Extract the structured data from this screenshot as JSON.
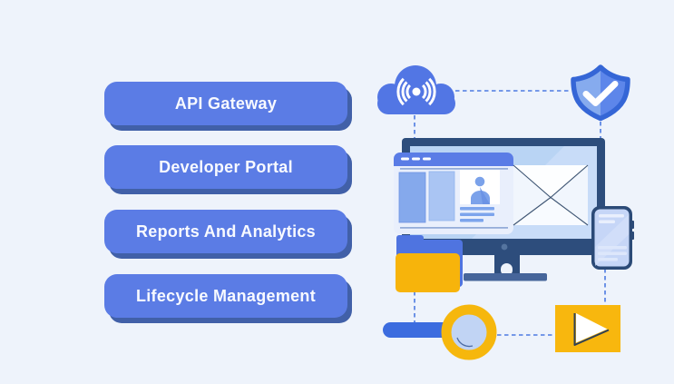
{
  "features": {
    "items": [
      {
        "label": "API Gateway"
      },
      {
        "label": "Developer Portal"
      },
      {
        "label": "Reports And Analytics"
      },
      {
        "label": "Lifecycle Management"
      }
    ]
  },
  "illustration": {
    "icons": [
      {
        "name": "broadcast-cloud-icon"
      },
      {
        "name": "shield-check-icon"
      },
      {
        "name": "monitor-icon"
      },
      {
        "name": "browser-window-icon"
      },
      {
        "name": "email-envelope-icon"
      },
      {
        "name": "folder-icon"
      },
      {
        "name": "smartphone-icon"
      },
      {
        "name": "magnifier-icon"
      },
      {
        "name": "video-player-icon"
      }
    ],
    "connections": [
      "cloud-to-shield",
      "cloud-to-monitor",
      "shield-to-monitor",
      "phone-to-video-player",
      "folder-to-magnifier",
      "magnifier-to-video-player"
    ]
  },
  "colors": {
    "background": "#eef3fb",
    "pill_fill": "#5b7ce5",
    "pill_shadow": "#4160a8",
    "pill_text": "#f8faff",
    "primary_blue": "#5276e4",
    "dark_navy": "#2d4d7c",
    "screen_blue": "#b9d4f4",
    "accent_yellow": "#f7b40b",
    "dashed_line_blue": "#4d7ae1",
    "shield_border": "#3566d6",
    "shield_fill_light": "#86abee",
    "shield_fill_dark": "#5d86ea"
  }
}
